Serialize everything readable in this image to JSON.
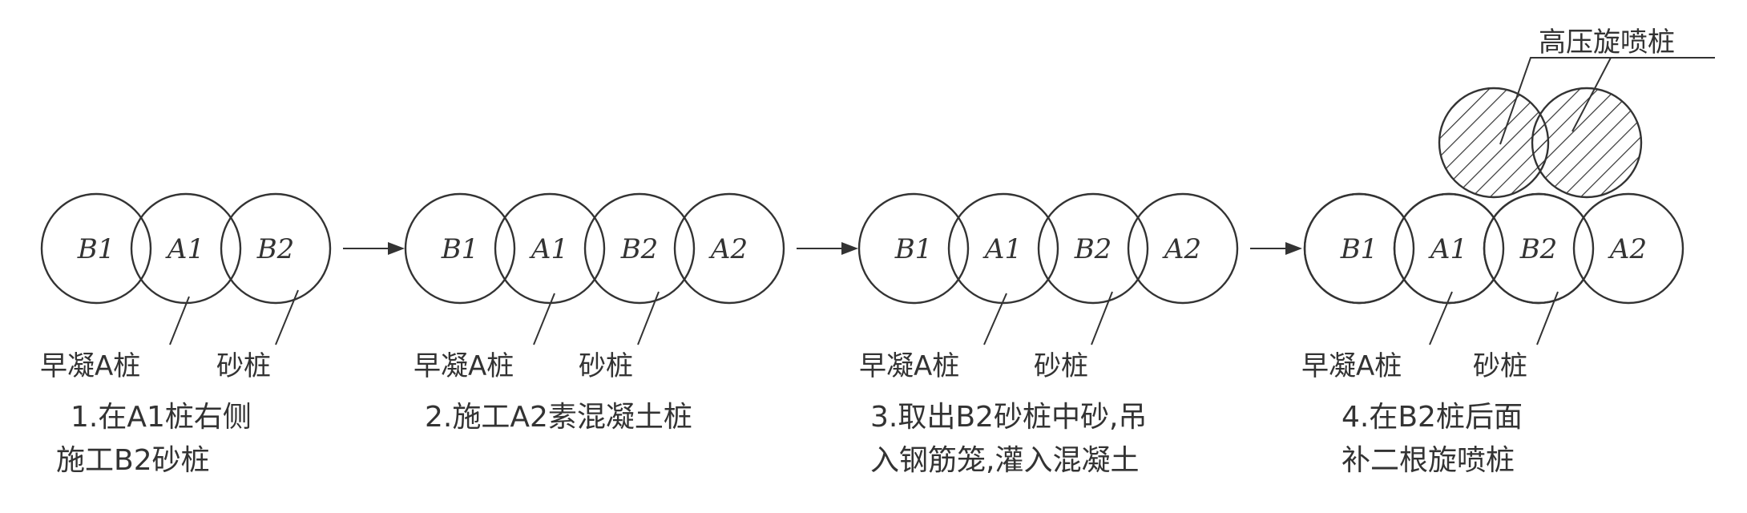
{
  "stage1": {
    "piles": [
      "B1",
      "A1",
      "B2"
    ],
    "tags": {
      "early_a": "早凝A桩",
      "sand": "砂桩"
    },
    "caption": {
      "line1": "1.在A1桩右侧",
      "line2": "施工B2砂桩"
    }
  },
  "stage2": {
    "piles": [
      "B1",
      "A1",
      "B2",
      "A2"
    ],
    "tags": {
      "early_a": "早凝A桩",
      "sand": "砂桩"
    },
    "caption": {
      "line1": "2.施工A2素混凝土桩"
    }
  },
  "stage3": {
    "piles": [
      "B1",
      "A1",
      "B2",
      "A2"
    ],
    "tags": {
      "early_a": "早凝A桩",
      "sand": "砂桩"
    },
    "caption": {
      "line1": "3.取出B2砂桩中砂,吊",
      "line2": "入钢筋笼,灌入混凝土"
    }
  },
  "stage4": {
    "piles": [
      "B1",
      "A1",
      "B2",
      "A2"
    ],
    "tags": {
      "early_a": "早凝A桩",
      "sand": "砂桩"
    },
    "jet_label": "高压旋喷桩",
    "caption": {
      "line1": "4.在B2桩后面",
      "line2": "补二根旋喷桩"
    }
  }
}
